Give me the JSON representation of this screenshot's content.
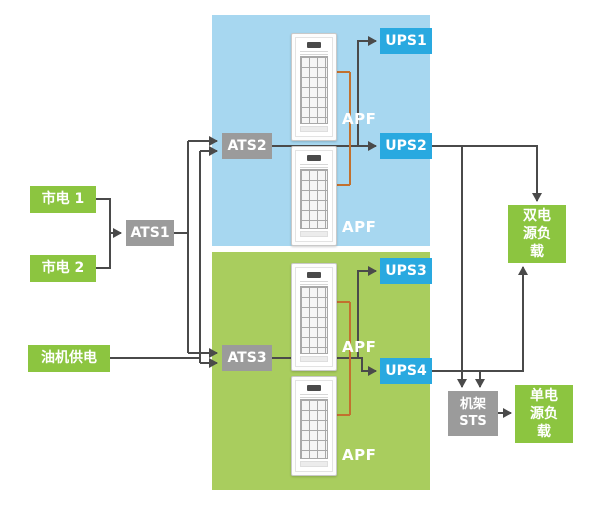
{
  "diagram": {
    "nodes": {
      "mains1": {
        "label": "市电 1"
      },
      "mains2": {
        "label": "市电 2"
      },
      "genset": {
        "label": "油机供电"
      },
      "ats1": {
        "label": "ATS1"
      },
      "ats2": {
        "label": "ATS2"
      },
      "ats3": {
        "label": "ATS3"
      },
      "ups1": {
        "label": "UPS1"
      },
      "ups2": {
        "label": "UPS2"
      },
      "ups3": {
        "label": "UPS3"
      },
      "ups4": {
        "label": "UPS4"
      },
      "apf_top_a": {
        "label": "APF"
      },
      "apf_top_b": {
        "label": "APF"
      },
      "apf_bottom_a": {
        "label": "APF"
      },
      "apf_bottom_b": {
        "label": "APF"
      },
      "dual_load": {
        "label": "双电源负载"
      },
      "rack_sts": {
        "label": "机架STS"
      },
      "single_load": {
        "label": "单电源负载"
      }
    },
    "colors": {
      "source_green": "#8cc540",
      "ats_gray": "#9b9b9b",
      "ups_blue": "#29a9e0",
      "region_blue": "#a7d7f0",
      "region_green": "#a9cd5e",
      "wire_dark": "#4a4a4a",
      "wire_orange": "#c2702e"
    }
  }
}
